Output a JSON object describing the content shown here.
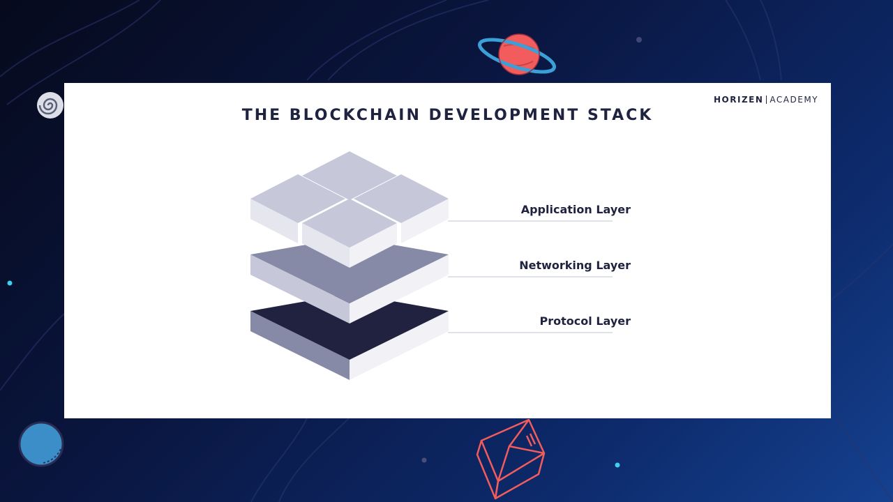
{
  "slide": {
    "title": "THE BLOCKCHAIN DEVELOPMENT STACK",
    "brand_name": "HORIZEN",
    "brand_suffix": "ACADEMY"
  },
  "layers": [
    {
      "label": "Application Layer"
    },
    {
      "label": "Networking Layer"
    },
    {
      "label": "Protocol Layer"
    }
  ],
  "colors": {
    "background_dark": "#060a1c",
    "background_blue": "#15418f",
    "text_navy": "#1f2340",
    "application_top": "#c6c8da",
    "networking_top": "#868aa6",
    "protocol_top": "#20223f",
    "planet_red": "#f25c5c",
    "ring_blue": "#3ba0d8"
  },
  "icons": [
    "planet-icon",
    "spiral-logo-icon",
    "moon-icon",
    "cube-outline-icon"
  ]
}
